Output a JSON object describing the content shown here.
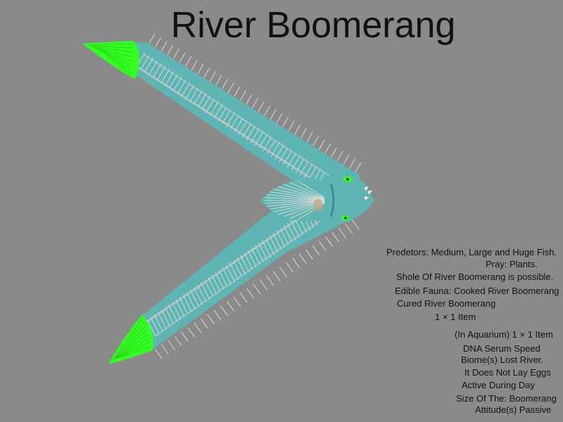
{
  "title": "River Boomerang",
  "colors": {
    "background": "#8a8a8a",
    "body": "#5fb5b3",
    "fin": "#33ff22",
    "rib": "#d9d9d9",
    "spine": "#c8c8c8"
  },
  "info_lines": [
    "Predetors: Medium, Large and Huge Fish.",
    "Pray: Plants.",
    "Shole Of River Boomerang is possible.",
    "Edible Fauna: Cooked River Boomerang",
    "Cured River Boomerang",
    "1 × 1 Item",
    "(In Aquarium) 1 × 1 Item",
    "DNA Serum Speed",
    "Biome(s) Lost River.",
    "It Does Not Lay Eggs",
    "Active During Day",
    "Size Of The: Boomerang",
    "Attitude(s) Passive"
  ]
}
